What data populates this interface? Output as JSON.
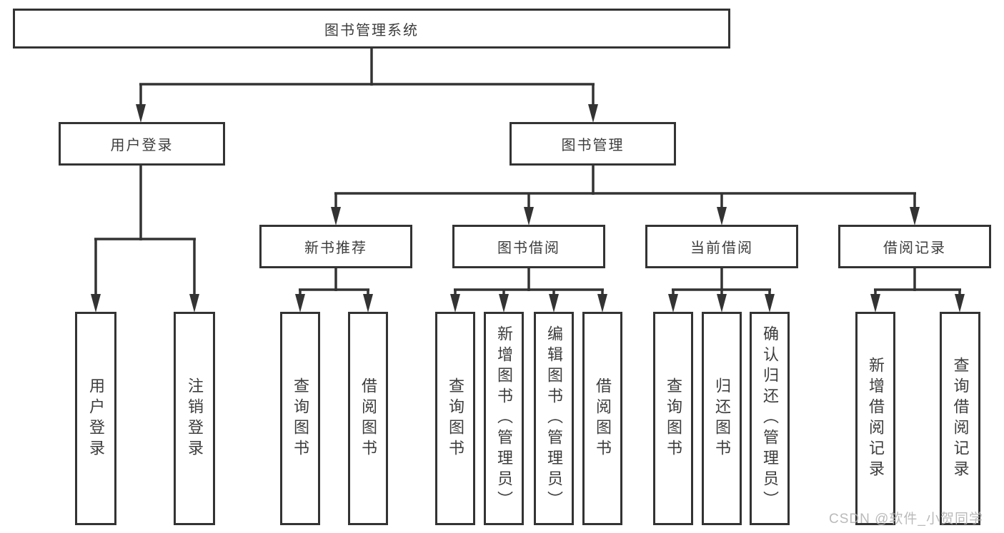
{
  "diagram_type": "hierarchy-tree",
  "colors": {
    "line": "#333333",
    "box_border": "#333333",
    "text": "#3d3d3d",
    "background": "#ffffff",
    "watermark": "#b3b3b3"
  },
  "tree": {
    "label": "图书管理系统",
    "children": [
      {
        "label": "用户登录",
        "children": [
          {
            "label": "用户登录"
          },
          {
            "label": "注销登录"
          }
        ]
      },
      {
        "label": "图书管理",
        "children": [
          {
            "label": "新书推荐",
            "children": [
              {
                "label": "查询图书"
              },
              {
                "label": "借阅图书"
              }
            ]
          },
          {
            "label": "图书借阅",
            "children": [
              {
                "label": "查询图书"
              },
              {
                "label": "新增图书（管理员）"
              },
              {
                "label": "编辑图书（管理员）"
              },
              {
                "label": "借阅图书"
              }
            ]
          },
          {
            "label": "当前借阅",
            "children": [
              {
                "label": "查询图书"
              },
              {
                "label": "归还图书"
              },
              {
                "label": "确认归还（管理员）"
              }
            ]
          },
          {
            "label": "借阅记录",
            "children": [
              {
                "label": "新增借阅记录"
              },
              {
                "label": "查询借阅记录"
              }
            ]
          }
        ]
      }
    ]
  },
  "watermark": {
    "text": "CSDN @软件_小贺同学"
  }
}
